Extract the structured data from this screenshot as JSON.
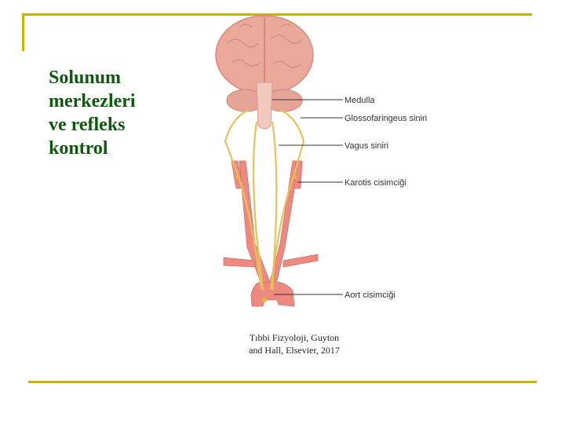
{
  "slide": {
    "title_lines": [
      "Solunum",
      "merkezleri",
      "ve refleks",
      "kontrol"
    ],
    "caption_lines": [
      "Tıbbi Fizyoloji, Guyton",
      "and Hall, Elsevier, 2017"
    ]
  },
  "diagram": {
    "labels": {
      "medulla": "Medulla",
      "glossopharyngeal": "Glossofaringeus siniri",
      "vagus": "Vagus siniri",
      "carotid_body": "Karotis cisimciği",
      "aortic_body": "Aort cisimciği"
    }
  },
  "colors": {
    "frame": "#c8b400",
    "title": "#0d5a0d",
    "brain": "#e8a79a",
    "artery": "#ec8a80",
    "nerve": "#e6c25a"
  }
}
